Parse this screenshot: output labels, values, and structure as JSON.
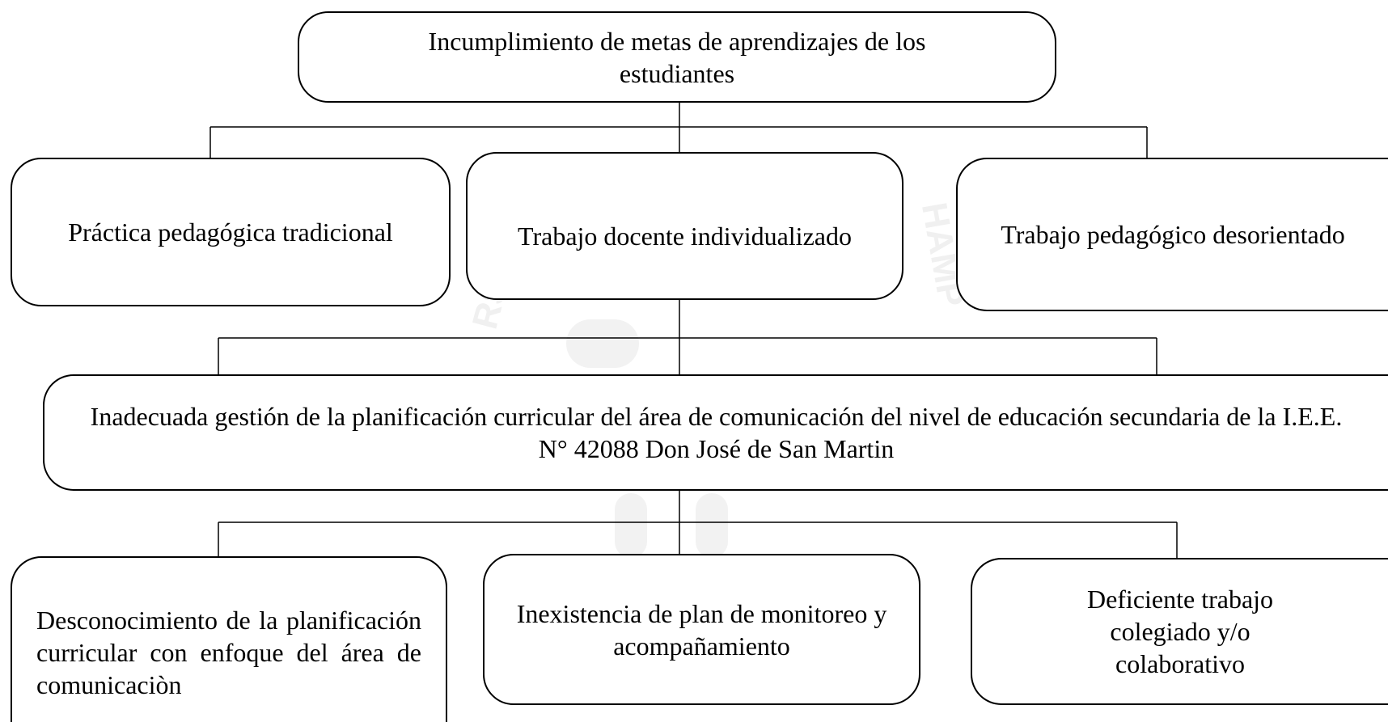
{
  "effect": {
    "label": "Incumplimiento de metas de aprendizajes de los estudiantes"
  },
  "effects": [
    {
      "label": "Práctica pedagógica tradicional"
    },
    {
      "label": "Trabajo docente individualizado"
    },
    {
      "label": "Trabajo pedagógico desorientado"
    }
  ],
  "problem": {
    "label": "Inadecuada gestión de la planificación curricular del área de comunicación del nivel de educación secundaria de la I.E.E. N° 42088 Don José de San Martin"
  },
  "causes": [
    {
      "label": "Desconocimiento de la planificación curricular con enfoque del área de comunicaciòn"
    },
    {
      "label": "Inexistencia de plan de monitoreo y acompañamiento"
    },
    {
      "label": "Deficiente trabajo colegiado y/o colaborativo"
    }
  ]
}
